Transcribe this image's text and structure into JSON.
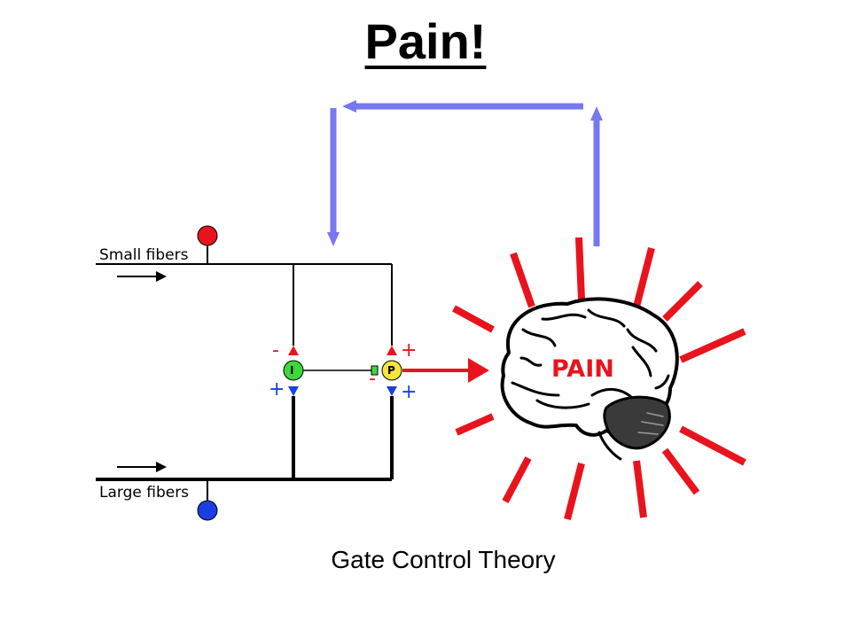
{
  "title": "Pain!",
  "caption": "Gate Control Theory",
  "labels": {
    "small_fibers": "Small fibers",
    "large_fibers": "Large fibers",
    "pain": "PAIN",
    "node_i": "I",
    "node_p": "P",
    "sign_minus": "-",
    "sign_plus": "+"
  },
  "colors": {
    "feedback_arrow": "#7777f2",
    "small_fiber": "#e8141d",
    "large_fiber": "#1a3fe0",
    "inhibitory_node": "#3cd93c",
    "projection_node": "#f5e63c",
    "pain": "#e8141d"
  }
}
